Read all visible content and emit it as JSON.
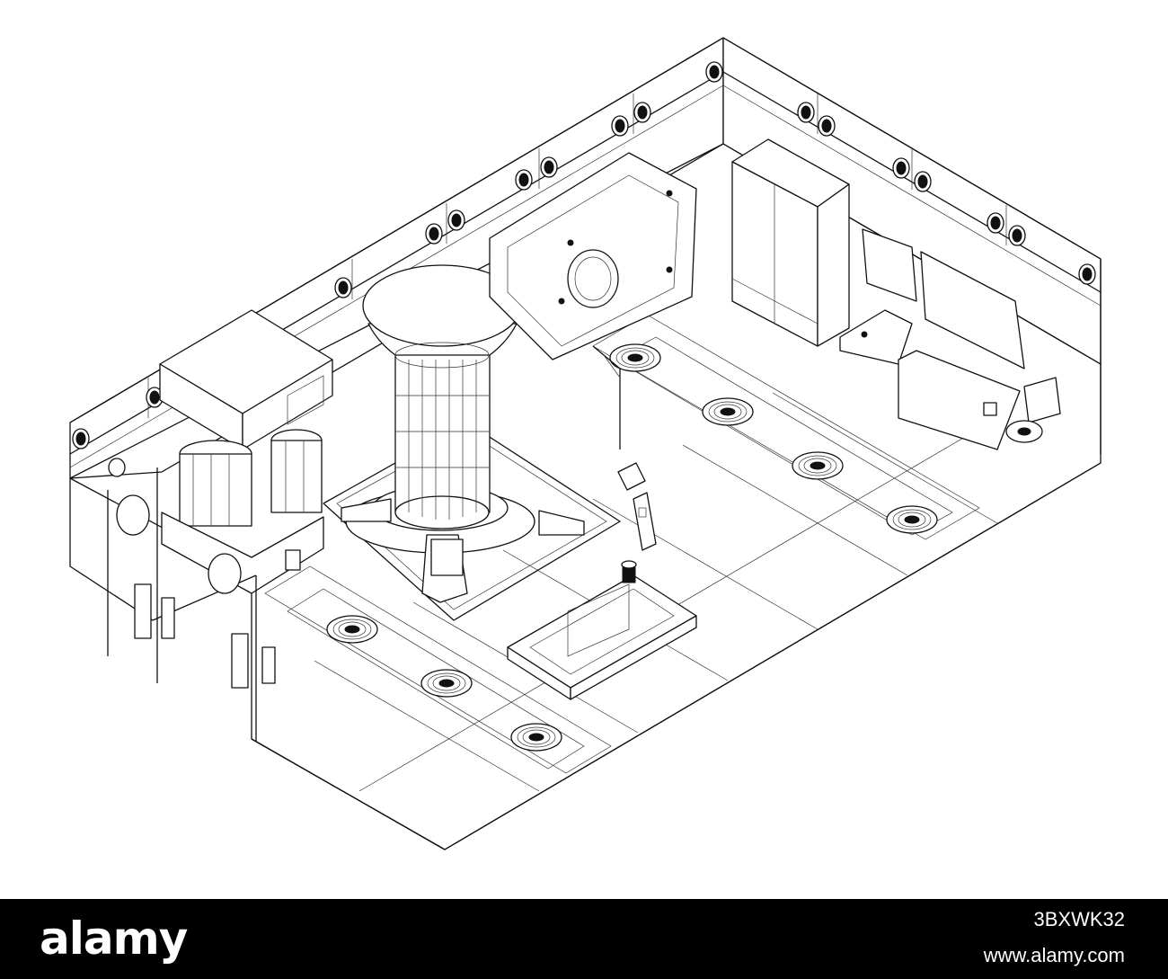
{
  "illustration": {
    "subject": "isometric wireframe sci-fi room",
    "stroke_color": "#111111",
    "background_color": "#ffffff"
  },
  "footer": {
    "logo_text": "alamy",
    "image_id": "3BXWK32",
    "website": "www.alamy.com",
    "background_color": "#000000",
    "text_color": "#ffffff"
  }
}
